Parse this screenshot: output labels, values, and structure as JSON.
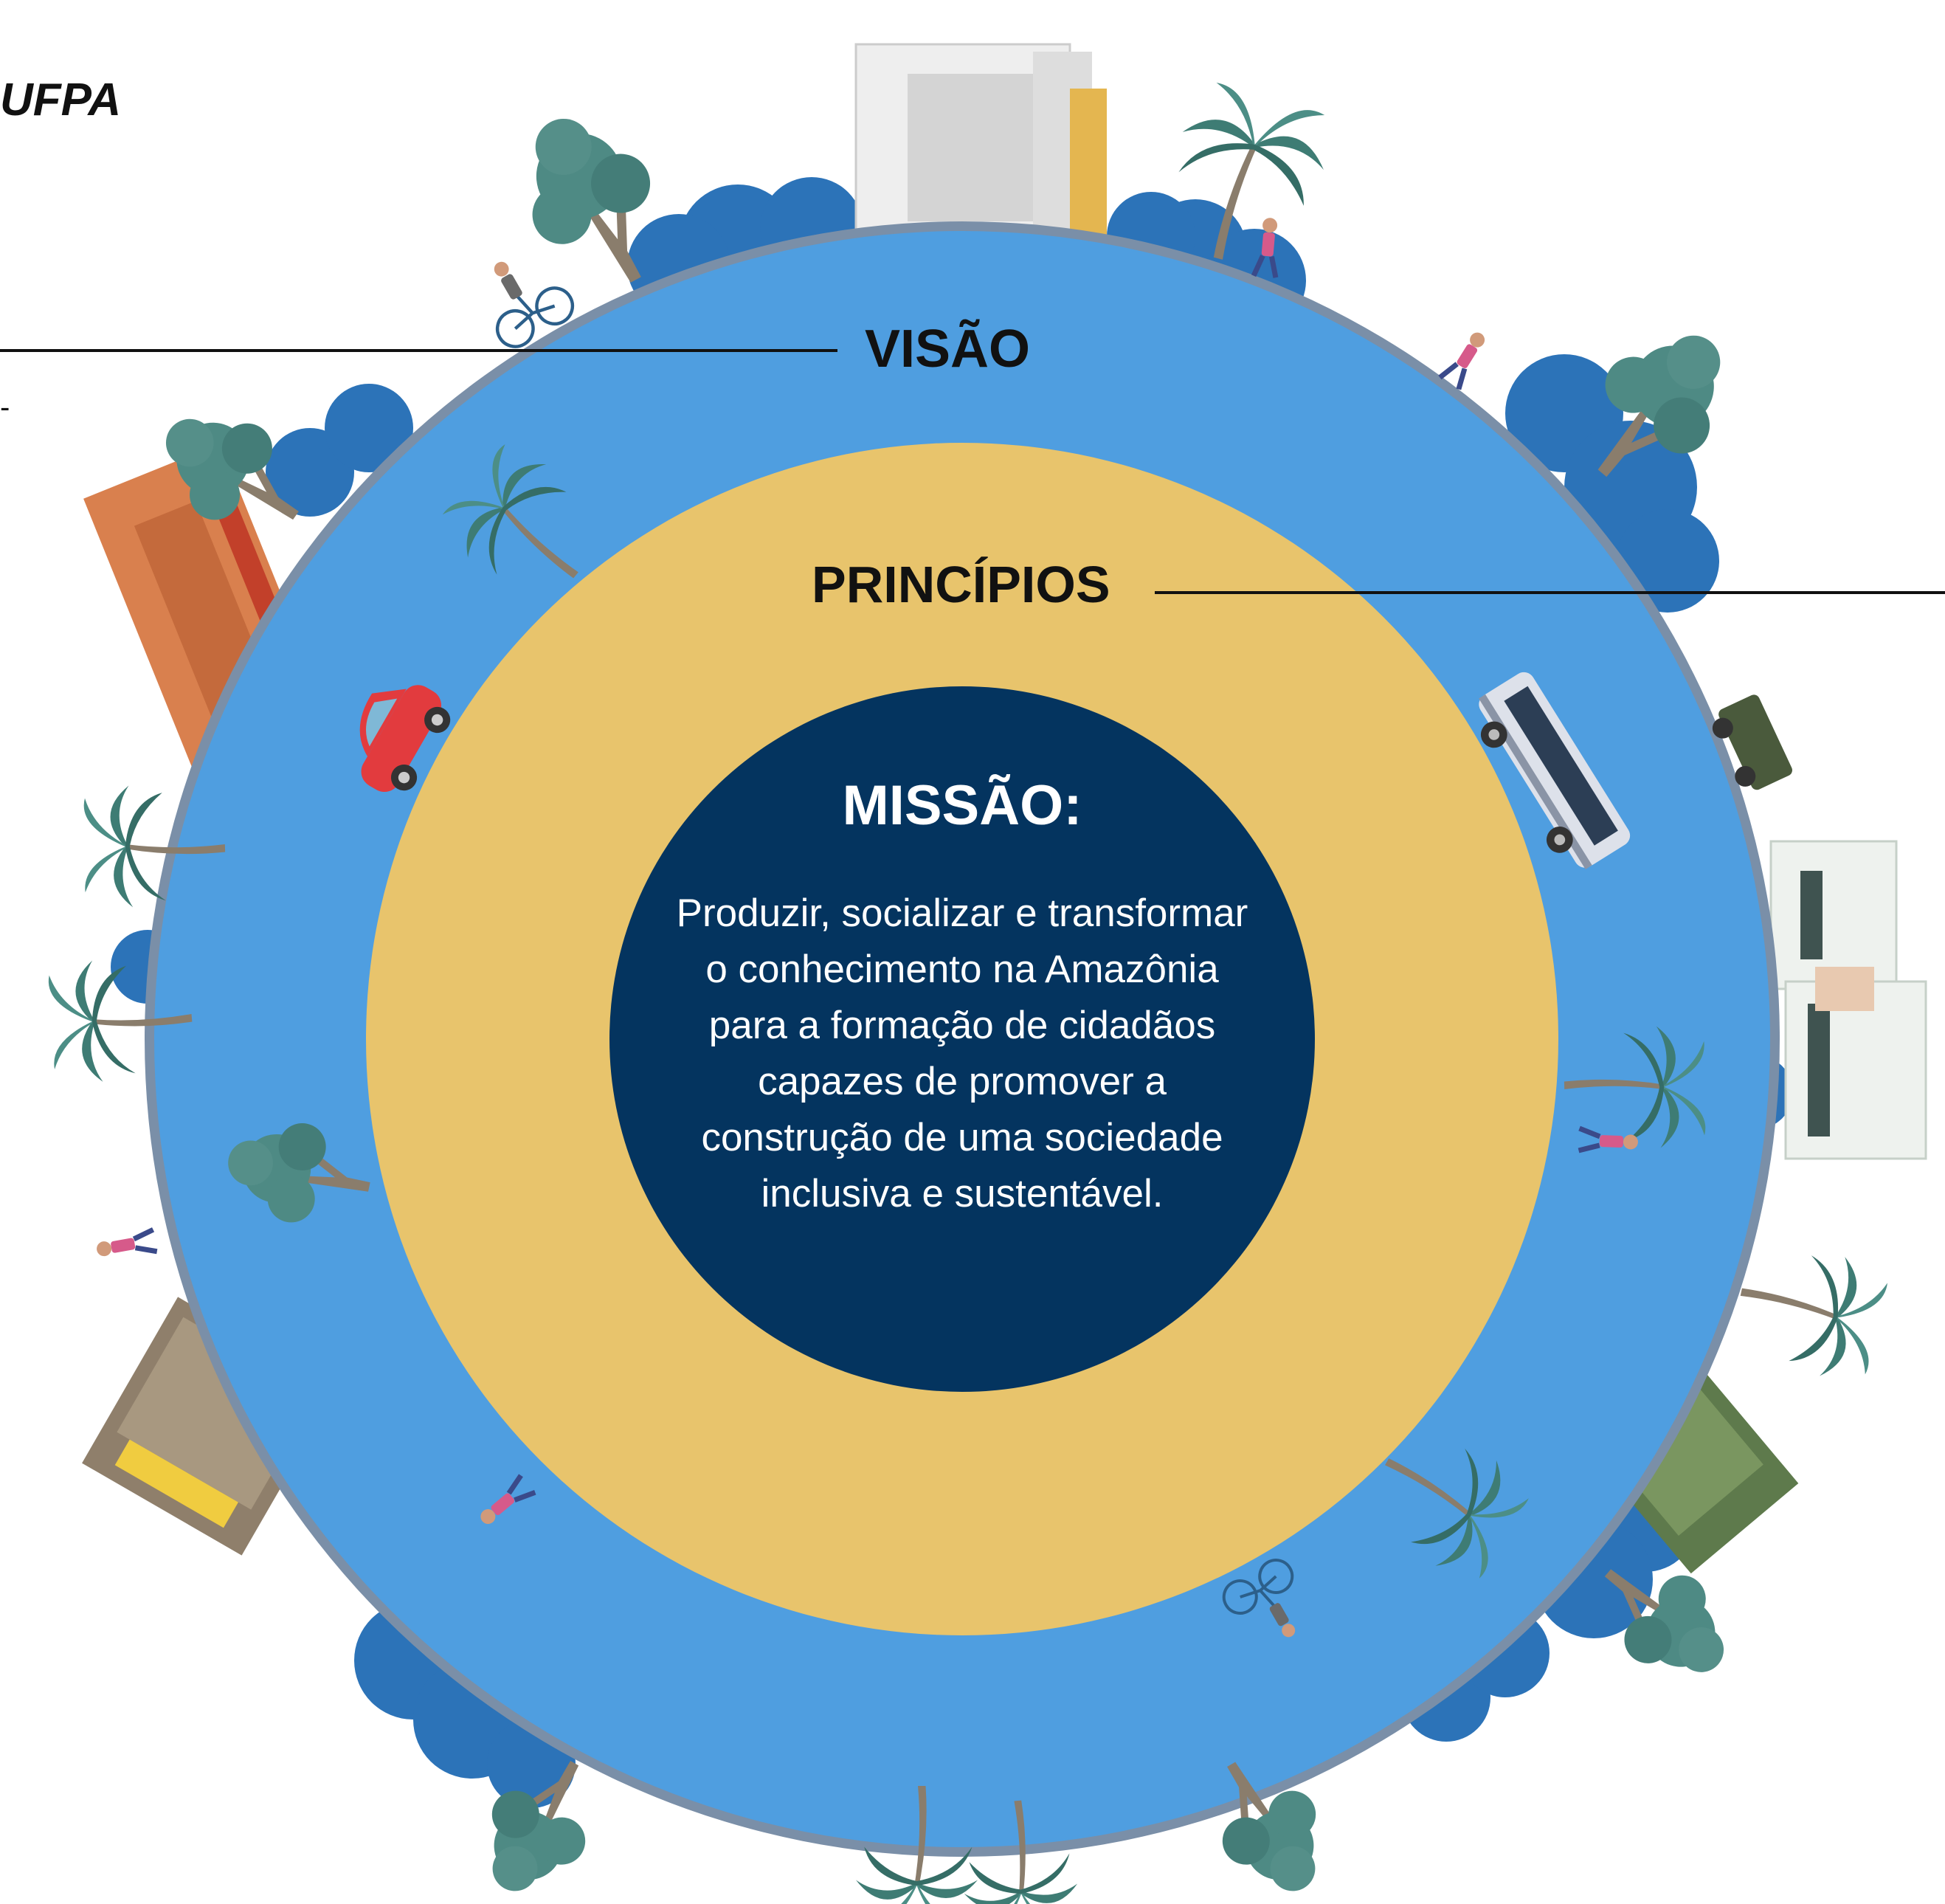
{
  "corner_title": "UFPA",
  "rings": {
    "outer_label": "VISÃO",
    "middle_label": "PRINCÍPIOS",
    "inner_heading": "MISSÃO:",
    "inner_text": "Produzir, socializar e transformar o conhecimento na Amazônia para a formação de cidadãos capazes de promover a construção de uma sociedade inclusiva e sustentável."
  },
  "colors": {
    "outer_ring": "#4f9ee0",
    "outer_rim": "#7a8fa8",
    "middle_ring": "#e8c46c",
    "inner_circle": "#04345f",
    "foliage_blue": "#2c73b8",
    "tree_green": "#4e8a84",
    "trunk": "#8a7d6c"
  }
}
